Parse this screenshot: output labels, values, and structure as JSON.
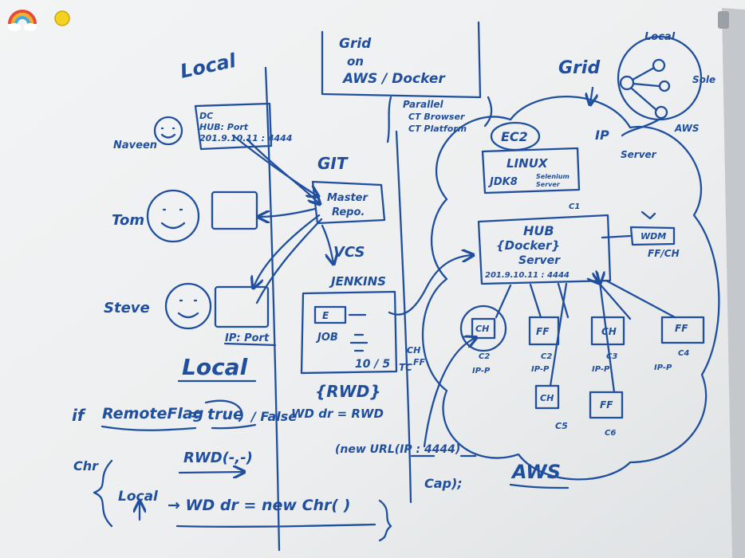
{
  "colors": {
    "ink": "#1f4f9e",
    "board": "#eef0f1",
    "frame": "#b9bec3",
    "magnet_yellow": "#f4d21f"
  },
  "left_panel": {
    "title": "Local",
    "user_naveen": "Naveen",
    "user_tom": "Tom",
    "user_steve": "Steve",
    "dc_box": [
      "DC",
      "HUB: Port",
      "201.9.10.11 : 4444"
    ],
    "ip_port": "IP: Port",
    "local_label": "Local"
  },
  "middle": {
    "grid_box": [
      "Grid",
      "on",
      "AWS / Docker"
    ],
    "parallel_notes": [
      "Parallel",
      "CT Browser",
      "CT Platform"
    ],
    "git": "GIT",
    "repo": [
      "Master",
      "Repo."
    ],
    "vcs": "VCS",
    "jenkins": "JENKINS",
    "job": "JOB",
    "job_e": "E",
    "job_count": "10 / 5",
    "tc": "TC",
    "ch": "CH",
    "ff": "FF",
    "rwd": "{RWD}"
  },
  "right": {
    "grid_title": "Grid",
    "local": "Local",
    "sole": "Sole",
    "aws_small": "AWS",
    "ip": "IP",
    "server": "Server",
    "ec2": "EC2",
    "linux": [
      "LINUX",
      "JDK8"
    ],
    "selenium": [
      "Selenium",
      "Server"
    ],
    "c1": "C1",
    "hub": [
      "HUB",
      "{Docker}",
      "Server",
      "201.9.10.11 : 4444"
    ],
    "wdm": [
      "WDM",
      "FF/CH"
    ],
    "nodes": [
      {
        "label": "CH",
        "sub": "C2",
        "under": "IP-P"
      },
      {
        "label": "FF",
        "sub": "C2",
        "under": "IP-P"
      },
      {
        "label": "CH",
        "sub": "C3",
        "under": "IP-P"
      },
      {
        "label": "FF",
        "sub": "C4",
        "under": "IP-P"
      },
      {
        "label": "CH",
        "sub": "C5",
        "under": ""
      },
      {
        "label": "FF",
        "sub": "C6",
        "under": ""
      }
    ],
    "aws_big": "AWS"
  },
  "bottom_code": {
    "line1_if": "if",
    "line1_flag": "RemoteFlag",
    "line1_eq": "=",
    "line1_true": "true",
    "line1_false": "/ False",
    "line2": "RWD(-,-)",
    "line3_chr": "Chr",
    "line3_local": "Local",
    "line3_rest": "→ WD dr = new Chr( )",
    "wd_rwd": "WD dr = RWD",
    "new_url": "(new URL(IP : 4444)",
    "cap": "Cap);"
  }
}
